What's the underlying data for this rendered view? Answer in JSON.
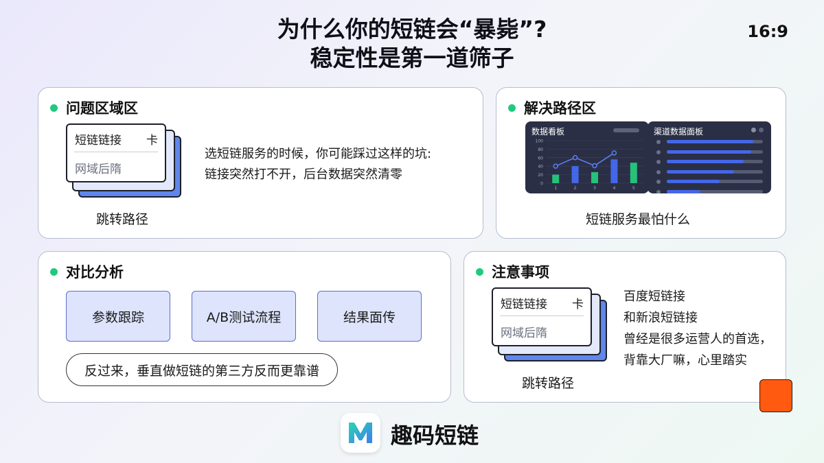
{
  "slide": {
    "title_line1": "为什么你的短链会“暴毙”?",
    "title_line2": "稳定性是第一道筛子",
    "aspect_ratio": "16:9"
  },
  "problem": {
    "title": "问题区域区",
    "card_header": "短链链接",
    "card_header_right": "卡",
    "card_sub": "网域后隋",
    "caption": "跳转路径",
    "text_line1": "选短链服务的时候，你可能踩过这样的坑:",
    "text_line2": "链接突然打不开，后台数据突然清零"
  },
  "solution": {
    "title": "解决路径区",
    "dash1_title": "数据看板",
    "dash2_title": "渠道数据面板",
    "caption": "短链服务最怕什么"
  },
  "chart_data": {
    "type": "bar",
    "categories": [
      "1",
      "2",
      "3",
      "4",
      "5"
    ],
    "series": [
      {
        "values": [
          20,
          40,
          26,
          56,
          48
        ]
      },
      {
        "values": [
          40,
          60,
          41,
          71,
          null
        ]
      }
    ],
    "ylim": [
      0,
      100
    ],
    "yticks": [
      "100",
      "80",
      "60",
      "40",
      "20",
      "0"
    ],
    "colors": {
      "bars": "#25c27a",
      "bars_alt": "#4467e8",
      "line": "#5d7df0"
    }
  },
  "panel_bars": {
    "values": [
      0.9,
      0.88,
      0.8,
      0.7,
      0.55,
      0.35
    ],
    "colors": {
      "fill": "#4467e8",
      "track": "#555b72"
    }
  },
  "comparison": {
    "title": "对比分析",
    "buttons": [
      "参数跟踪",
      "A/B测试流程",
      "结果面传"
    ],
    "pill": "反过来，垂直做短链的第三方反而更靠谱"
  },
  "notes": {
    "title": "注意事项",
    "card_header": "短链链接",
    "card_header_right": "卡",
    "card_sub": "网域后隋",
    "caption": "跳转路径",
    "lines": [
      "百度短链接",
      "和新浪短链接",
      "曾经是很多运营人的首选，",
      "背靠大厂嘛，心里踏实"
    ]
  },
  "brand": {
    "name": "趣码短链",
    "logo_letter": "M",
    "colors": {
      "accent": "#21c97f",
      "logo_a": "#2ad6b0",
      "logo_b": "#3f7cf0"
    }
  }
}
